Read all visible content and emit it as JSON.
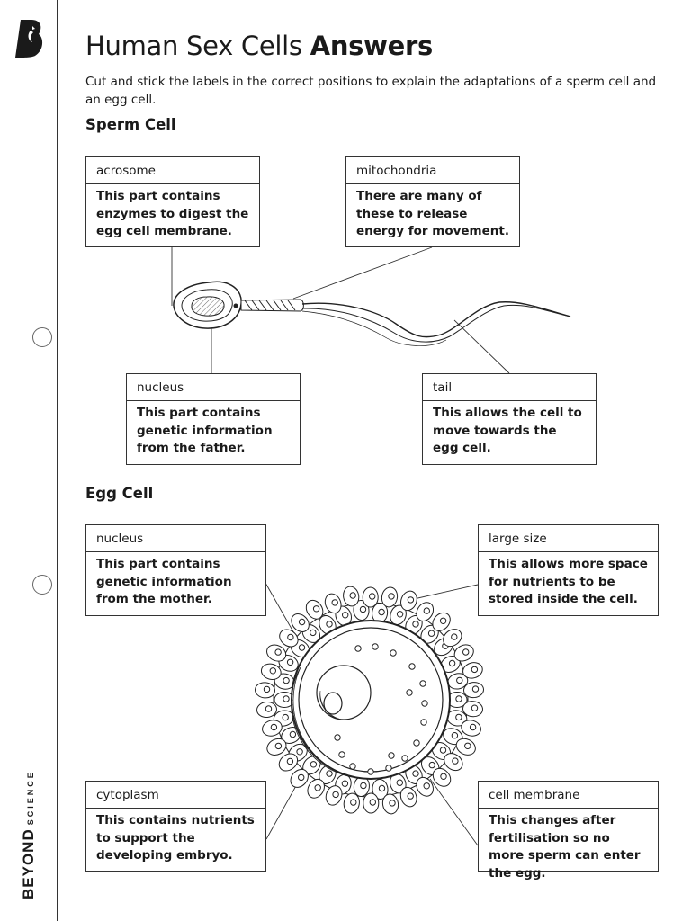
{
  "title": {
    "main": "Human Sex Cells",
    "bold": "Answers"
  },
  "intro": "Cut and stick the labels in the correct positions to explain the adaptations of a sperm cell and an egg cell.",
  "brand": {
    "word1": "BEYOND",
    "word2": "SCIENCE"
  },
  "sperm": {
    "heading": "Sperm Cell",
    "labels": [
      {
        "label": "acrosome",
        "desc": "This part contains enzymes to digest the egg cell membrane."
      },
      {
        "label": "mitochondria",
        "desc": "There are many of these to release energy for movement."
      },
      {
        "label": "nucleus",
        "desc": "This part contains genetic information from the father."
      },
      {
        "label": "tail",
        "desc": "This allows the cell to move towards the egg cell."
      }
    ]
  },
  "egg": {
    "heading": "Egg Cell",
    "labels": [
      {
        "label": "nucleus",
        "desc": "This part contains genetic information from the mother."
      },
      {
        "label": "large size",
        "desc": "This allows more space for nutrients to be stored inside the cell."
      },
      {
        "label": "cytoplasm",
        "desc": "This contains nutrients to support the developing embryo."
      },
      {
        "label": "cell membrane",
        "desc": "This changes after fertilisation so no more sperm can enter the egg."
      }
    ]
  }
}
